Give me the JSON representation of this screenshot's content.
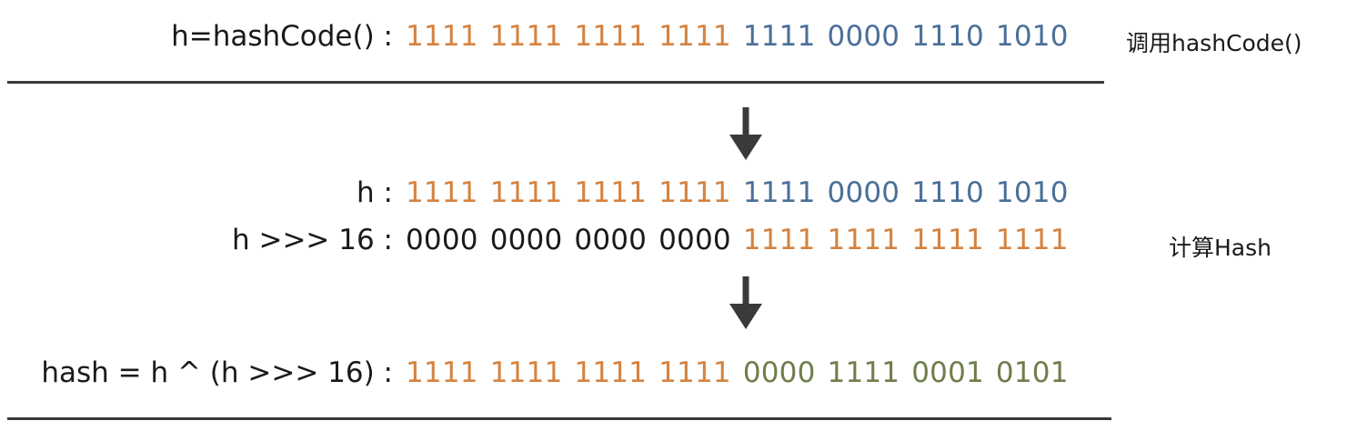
{
  "rows": [
    {
      "label": "h=hashCode() :",
      "groups": [
        {
          "text": "1111",
          "color": "orange"
        },
        {
          "text": "1111",
          "color": "orange"
        },
        {
          "text": "1111",
          "color": "orange"
        },
        {
          "text": "1111",
          "color": "orange"
        },
        {
          "text": "1111",
          "color": "blue"
        },
        {
          "text": "0000",
          "color": "blue"
        },
        {
          "text": "1110",
          "color": "blue"
        },
        {
          "text": "1010",
          "color": "blue"
        }
      ]
    },
    {
      "label": "h :",
      "groups": [
        {
          "text": "1111",
          "color": "orange"
        },
        {
          "text": "1111",
          "color": "orange"
        },
        {
          "text": "1111",
          "color": "orange"
        },
        {
          "text": "1111",
          "color": "orange"
        },
        {
          "text": "1111",
          "color": "blue"
        },
        {
          "text": "0000",
          "color": "blue"
        },
        {
          "text": "1110",
          "color": "blue"
        },
        {
          "text": "1010",
          "color": "blue"
        }
      ]
    },
    {
      "label": "h >>> 16 :",
      "groups": [
        {
          "text": "0000",
          "color": "dark"
        },
        {
          "text": "0000",
          "color": "dark"
        },
        {
          "text": "0000",
          "color": "dark"
        },
        {
          "text": "0000",
          "color": "dark"
        },
        {
          "text": "1111",
          "color": "orange"
        },
        {
          "text": "1111",
          "color": "orange"
        },
        {
          "text": "1111",
          "color": "orange"
        },
        {
          "text": "1111",
          "color": "orange"
        }
      ]
    },
    {
      "label": "hash = h ^ (h >>> 16) :",
      "groups": [
        {
          "text": "1111",
          "color": "orange"
        },
        {
          "text": "1111",
          "color": "orange"
        },
        {
          "text": "1111",
          "color": "orange"
        },
        {
          "text": "1111",
          "color": "orange"
        },
        {
          "text": "0000",
          "color": "green"
        },
        {
          "text": "1111",
          "color": "green"
        },
        {
          "text": "0001",
          "color": "green"
        },
        {
          "text": "0101",
          "color": "green"
        }
      ]
    }
  ],
  "notes": {
    "step1": "调用hashCode()",
    "step2": "计算Hash"
  },
  "colors": {
    "orange": "#d4823f",
    "blue": "#4a6f98",
    "green": "#6e7d4a",
    "dark": "#1a1a1a",
    "rule": "#3a3a3a",
    "arrow": "#3a3a3a"
  },
  "icons": {
    "arrow1": "arrow-down-icon",
    "arrow2": "arrow-down-icon"
  }
}
